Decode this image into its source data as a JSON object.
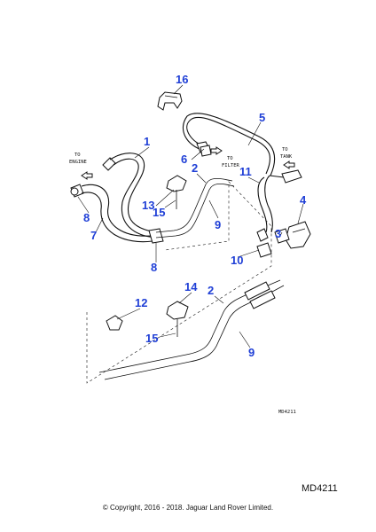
{
  "diagram": {
    "labels": {
      "to_engine": [
        "TO",
        "ENGINE"
      ],
      "to_filter": [
        "TO",
        "FILTER"
      ],
      "to_tank": [
        "TO",
        "TANK"
      ],
      "drawing_code": "MD4211"
    },
    "callouts": {
      "c1": "1",
      "c2a": "2",
      "c2b": "2",
      "c3": "3",
      "c4": "4",
      "c5": "5",
      "c6": "6",
      "c7": "7",
      "c8a": "8",
      "c8b": "8",
      "c9a": "9",
      "c9b": "9",
      "c10": "10",
      "c11": "11",
      "c12": "12",
      "c13": "13",
      "c14": "14",
      "c15a": "15",
      "c15b": "15",
      "c16": "16"
    }
  },
  "footer": {
    "reference": "MD4211",
    "copyright": "© Copyright, 2016 - 2018. Jaguar Land Rover Limited."
  },
  "colors": {
    "callout": "#1f3fd6",
    "linework": "#111111",
    "background": "#ffffff"
  }
}
